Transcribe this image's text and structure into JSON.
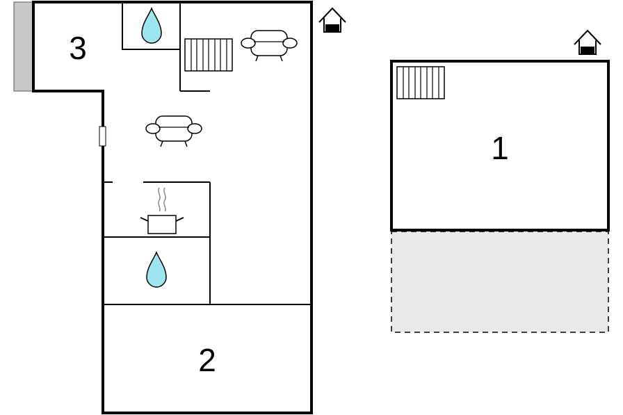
{
  "rooms": {
    "room_1": "1",
    "room_2": "2",
    "room_3": "3"
  },
  "icons": {
    "water": "water-drop-icon",
    "radiator": "radiator-icon",
    "sofa": "sofa-icon",
    "cooking_pot": "cooking-pot-icon",
    "entrance": "entrance-house-icon"
  },
  "colors": {
    "water": "#9ee6ef",
    "terrace": "#e8e8e8",
    "balcony": "#c8c8c8"
  }
}
